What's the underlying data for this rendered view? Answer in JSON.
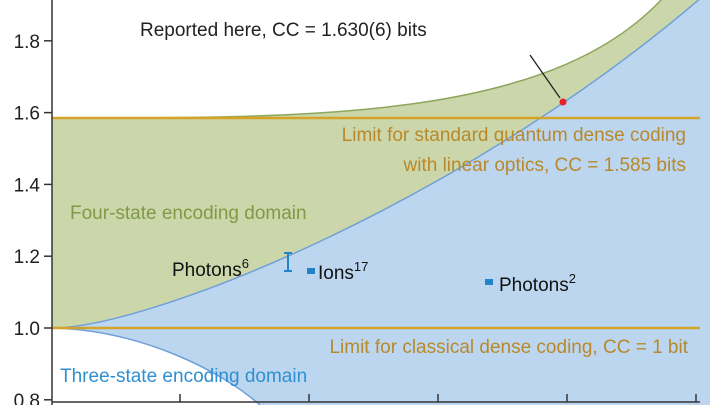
{
  "chart_data": {
    "type": "area",
    "title": "",
    "xlabel": "",
    "ylabel": "",
    "ylim": [
      0.8,
      1.9
    ],
    "yticks": [
      {
        "value": 0.8,
        "label": "0.8"
      },
      {
        "value": 1.0,
        "label": "1.0"
      },
      {
        "value": 1.2,
        "label": "1.2"
      },
      {
        "value": 1.4,
        "label": "1.4"
      },
      {
        "value": 1.6,
        "label": "1.6"
      },
      {
        "value": 1.8,
        "label": "1.8"
      }
    ],
    "x_ticks_count": 5,
    "reference_lines": [
      {
        "id": "quantum",
        "value": 1.585,
        "label_line1": "Limit for standard quantum dense coding",
        "label_line2": "with linear optics, CC = 1.585 bits",
        "color": "#d4a32a"
      },
      {
        "id": "classical",
        "value": 1.0,
        "label": "Limit for classical dense coding, CC = 1 bit",
        "color": "#d4a32a"
      }
    ],
    "regions": [
      {
        "id": "four-state",
        "label": "Four-state encoding domain",
        "fill": "#cbd7ab",
        "stroke": "#8ea65c",
        "label_color": "#7f9a45"
      },
      {
        "id": "three-state",
        "label": "Three-state encoding domain",
        "fill": "#bdd6f0",
        "stroke": "#6fa0d8",
        "label_color": "#2f8fd1"
      }
    ],
    "points": [
      {
        "id": "reported",
        "y": 1.63,
        "label": "Reported here, CC = 1.630(6) bits",
        "color": "#e8202a"
      },
      {
        "id": "photons6",
        "y": 1.18,
        "err": 0.03,
        "label": "Photons",
        "sup": "6",
        "color": "#2383c7"
      },
      {
        "id": "ions17",
        "y": 1.16,
        "err": 0.01,
        "label": "Ions",
        "sup": "17",
        "color": "#2383c7"
      },
      {
        "id": "photons2",
        "y": 1.13,
        "err": 0.01,
        "label": "Photons",
        "sup": "2",
        "color": "#2383c7"
      }
    ]
  }
}
